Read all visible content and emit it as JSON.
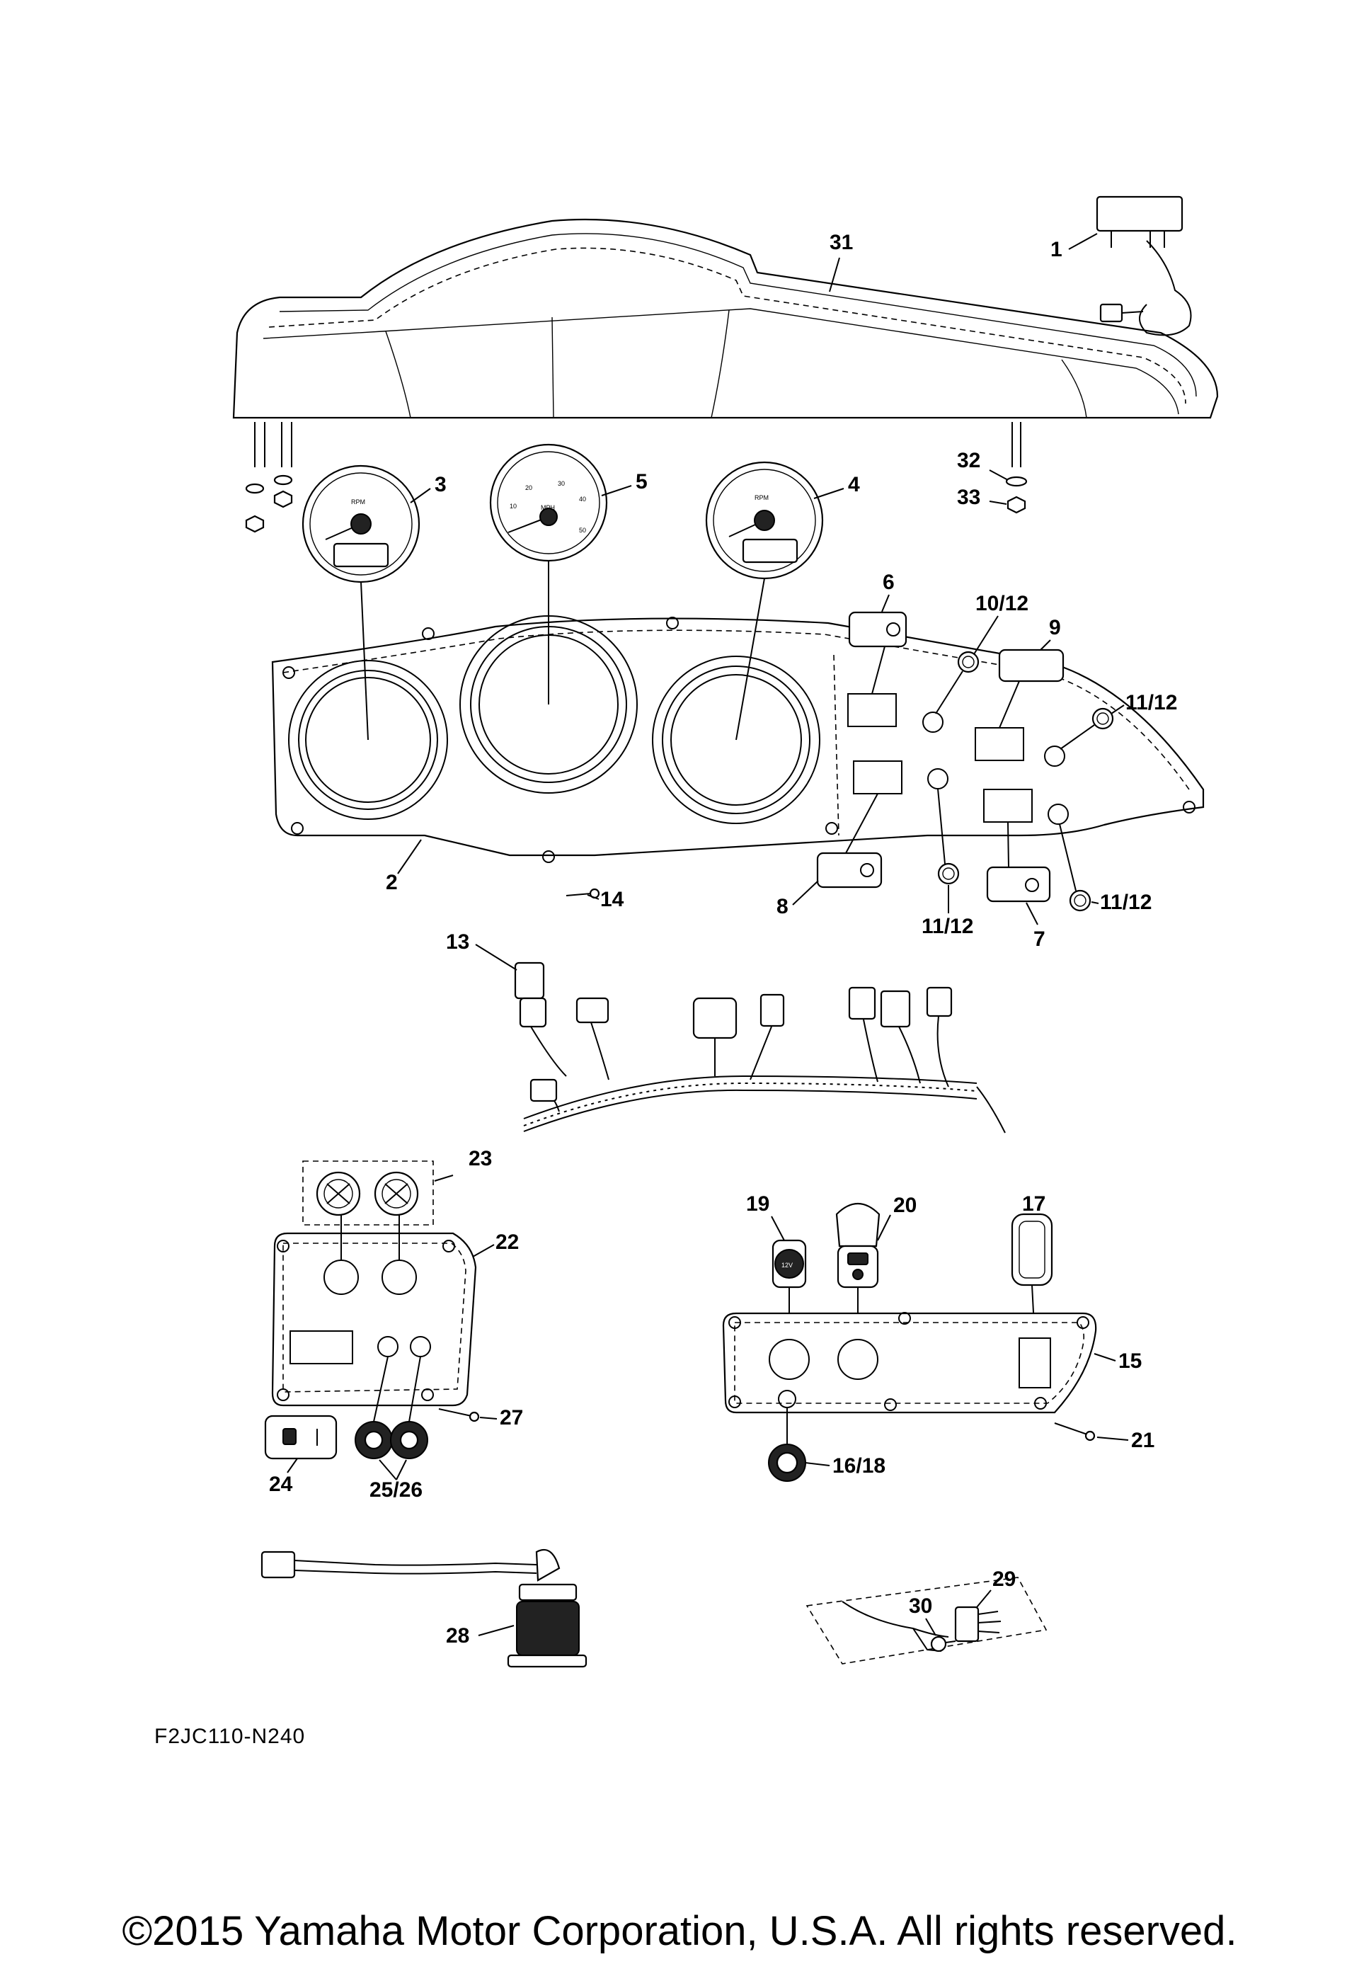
{
  "diagram": {
    "callouts": {
      "c1": "1",
      "c2": "2",
      "c3": "3",
      "c4": "4",
      "c5": "5",
      "c6": "6",
      "c7": "7",
      "c8": "8",
      "c9": "9",
      "c10_12": "10/12",
      "c11_12_a": "11/12",
      "c11_12_b": "11/12",
      "c11_12_c": "11/12",
      "c13": "13",
      "c14": "14",
      "c15": "15",
      "c16_18": "16/18",
      "c17": "17",
      "c19": "19",
      "c20": "20",
      "c21": "21",
      "c22": "22",
      "c23": "23",
      "c24": "24",
      "c25_26": "25/26",
      "c27": "27",
      "c28": "28",
      "c29": "29",
      "c30": "30",
      "c31": "31",
      "c32": "32",
      "c33": "33"
    },
    "gauge_marks": {
      "mph_label": "MPH",
      "mph_10": "10",
      "mph_20": "20",
      "mph_30": "30",
      "mph_40": "40",
      "mph_50": "50",
      "rpm_label": "RPM",
      "socket_12v": "12V"
    },
    "diagram_code": "F2JC110-N240"
  },
  "footer": {
    "copyright": "©2015 Yamaha Motor Corporation, U.S.A. All rights reserved."
  }
}
